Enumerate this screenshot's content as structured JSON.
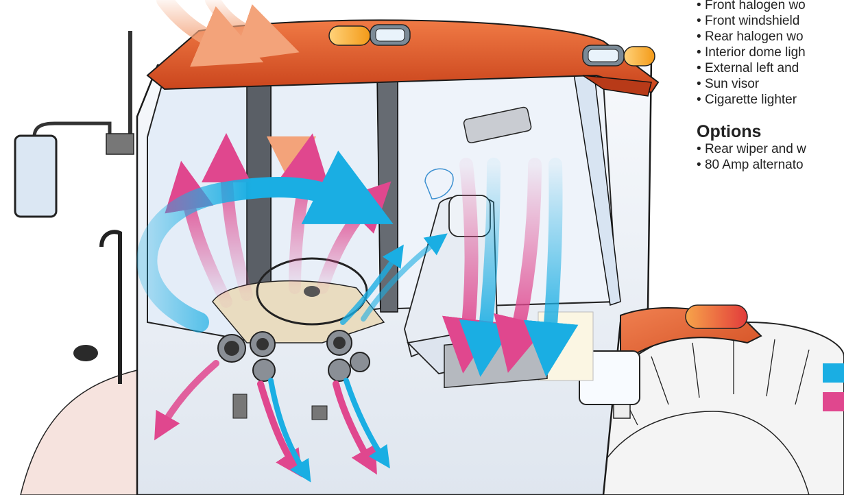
{
  "standard_features": [
    "Front halogen wo",
    "Front windshield",
    "Rear halogen wo",
    "Interior dome ligh",
    "External left and",
    "Sun visor",
    "Cigarette lighter"
  ],
  "options": {
    "heading": "Options",
    "items": [
      "Rear wiper and w",
      "80 Amp alternato"
    ]
  },
  "legend": [
    {
      "color": "#1aaee3"
    },
    {
      "color": "#e0478e"
    }
  ],
  "colors": {
    "cool_air": "#1aaee3",
    "warm_air": "#e0478e",
    "defrost_air": "#f3a37a",
    "cab_roof": "#e0562a",
    "glass": "#dfeaf7",
    "amber_light": "#f5a623"
  }
}
